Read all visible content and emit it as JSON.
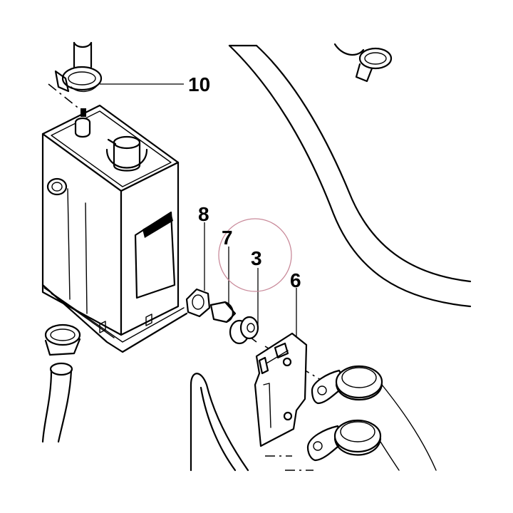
{
  "callouts": {
    "part_10": "10",
    "part_8": "8",
    "part_7": "7",
    "part_3": "3",
    "part_6": "6"
  },
  "colors": {
    "line": "#000000",
    "background": "#ffffff",
    "highlight_circle": "#c98a9a"
  }
}
